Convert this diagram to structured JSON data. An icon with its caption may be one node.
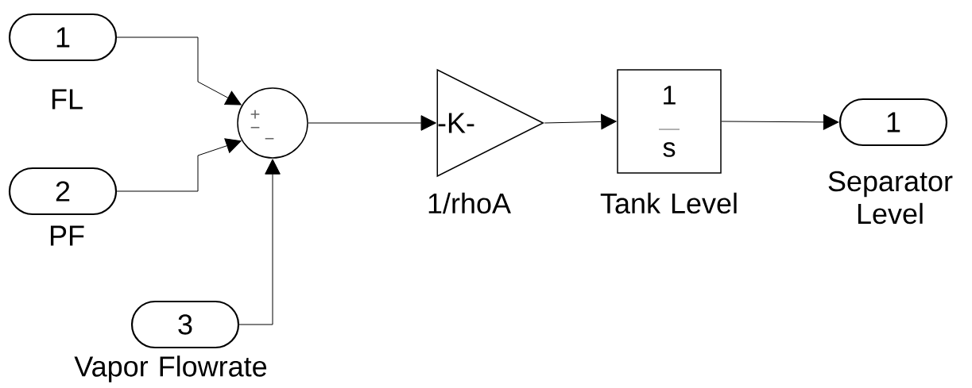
{
  "diagram": {
    "nodes": [
      {
        "text": [
          "1"
        ],
        "beside": [
          "FL"
        ]
      },
      {
        "text": [
          "2"
        ],
        "beside": [
          "PF"
        ]
      },
      {
        "text": [
          "3"
        ],
        "beside": [
          "Vapor Flowrate"
        ]
      },
      {
        "text": [
          "+",
          "−",
          "−"
        ]
      },
      {
        "text": [
          "-K-"
        ],
        "beside": [
          "1/rhoA"
        ]
      },
      {
        "text": [
          "1",
          "s"
        ],
        "beside": [
          "Tank Level"
        ]
      },
      {
        "text": [
          "1"
        ],
        "beside": [
          "Separator Level"
        ]
      }
    ],
    "edges": [
      {
        "from": 0,
        "to": 3,
        "arrow": "to"
      },
      {
        "from": 1,
        "to": 3,
        "arrow": "to"
      },
      {
        "from": 2,
        "to": 3,
        "arrow": "to"
      },
      {
        "from": 3,
        "to": 4,
        "arrow": "to"
      },
      {
        "from": 4,
        "to": 5,
        "arrow": "to"
      },
      {
        "from": 5,
        "to": 6,
        "arrow": "to"
      }
    ]
  }
}
